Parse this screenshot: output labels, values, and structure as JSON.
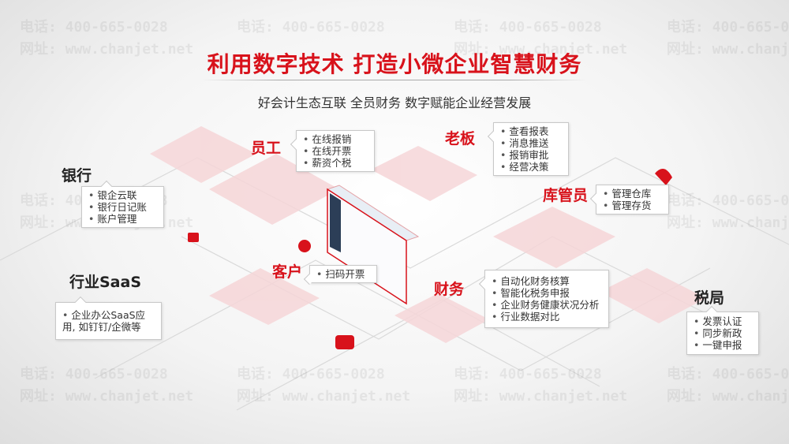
{
  "title": "利用数字技术 打造小微企业智慧财务",
  "subtitle": "好会计生态互联 全员财务 数字赋能企业经营发展",
  "watermark": {
    "phone": "电话: 400-665-0028",
    "site": "网址: www.chanjet.net"
  },
  "colors": {
    "accent": "#d8121b",
    "tile": "#f6d6d8"
  },
  "nodes": {
    "bank": {
      "label": "银行",
      "items": [
        "银企云联",
        "银行日记账",
        "账户管理"
      ]
    },
    "employee": {
      "label": "员工",
      "items": [
        "在线报销",
        "在线开票",
        "薪资个税"
      ]
    },
    "boss": {
      "label": "老板",
      "items": [
        "查看报表",
        "消息推送",
        "报销审批",
        "经营决策"
      ]
    },
    "warehouse": {
      "label": "库管员",
      "items": [
        "管理仓库",
        "管理存货"
      ]
    },
    "customer": {
      "label": "客户",
      "items": [
        "扫码开票"
      ]
    },
    "saas": {
      "label": "行业SaaS",
      "items": [
        "企业办公SaaS应用, 如钉钉/企微等"
      ]
    },
    "finance": {
      "label": "财务",
      "items": [
        "自动化财务核算",
        "智能化税务申报",
        "企业财务健康状况分析",
        "行业数据对比"
      ]
    },
    "tax": {
      "label": "税局",
      "items": [
        "发票认证",
        "同步新政",
        "一键申报"
      ]
    }
  }
}
